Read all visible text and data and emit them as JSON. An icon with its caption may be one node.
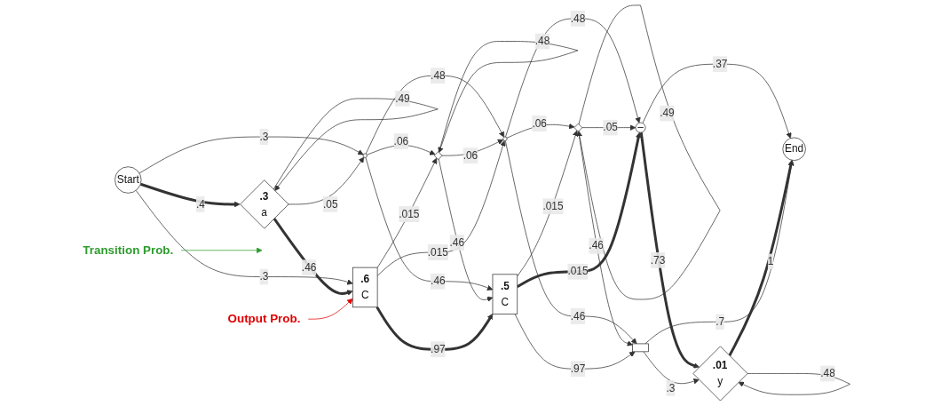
{
  "diagram": {
    "nodes": [
      {
        "text": [
          "Start"
        ]
      },
      {
        "text": [],
        "shape": "circle"
      },
      {
        "text": [],
        "shape": "circle"
      },
      {
        "text": [
          "–"
        ]
      },
      {
        "text": [
          "End"
        ]
      },
      {
        "text": [
          ".3",
          "a"
        ]
      },
      {
        "text": [],
        "shape": "diamond"
      },
      {
        "text": [],
        "shape": "diamond"
      },
      {
        "text": [
          ".01",
          "y"
        ]
      },
      {
        "text": [
          ".6",
          "C"
        ]
      },
      {
        "text": [
          ".5",
          "C"
        ]
      },
      {
        "text": [],
        "shape": "box"
      },
      {
        "text": [
          "Transition Prob."
        ]
      },
      {
        "text": [
          "Output Prob."
        ]
      }
    ],
    "edges": [
      {
        "from": 0,
        "to": 1,
        "arrow": "to",
        "label": ".3"
      },
      {
        "from": 0,
        "to": 5,
        "arrow": "to",
        "label": ".4",
        "style": "thick"
      },
      {
        "from": 0,
        "to": 9,
        "arrow": "to",
        "label": ".3"
      },
      {
        "from": 5,
        "to": 5,
        "arrow": "to",
        "label": ".49"
      },
      {
        "from": 5,
        "to": 1,
        "arrow": "to",
        "label": ".05"
      },
      {
        "from": 5,
        "to": 9,
        "arrow": "to",
        "label": ".46",
        "style": "thick"
      },
      {
        "from": 1,
        "to": 2,
        "arrow": "to",
        "label": ".48"
      },
      {
        "from": 1,
        "to": 6,
        "arrow": "to",
        "label": ".06"
      },
      {
        "from": 1,
        "to": 10,
        "arrow": "to",
        "label": ".46"
      },
      {
        "from": 6,
        "to": 6,
        "arrow": "to",
        "label": ".48"
      },
      {
        "from": 6,
        "to": 2,
        "arrow": "to",
        "label": ".06"
      },
      {
        "from": 6,
        "to": 10,
        "arrow": "to",
        "label": ".46"
      },
      {
        "from": 9,
        "to": 10,
        "arrow": "to",
        "label": ".97",
        "style": "thick"
      },
      {
        "from": 9,
        "to": 6,
        "arrow": "to",
        "label": ".015"
      },
      {
        "from": 9,
        "to": 2,
        "arrow": "to",
        "label": ".015"
      },
      {
        "from": 2,
        "to": 3,
        "arrow": "to",
        "label": ".48"
      },
      {
        "from": 2,
        "to": 7,
        "arrow": "to",
        "label": ".06"
      },
      {
        "from": 2,
        "to": 11,
        "arrow": "to",
        "label": ".46"
      },
      {
        "from": 7,
        "to": 7,
        "arrow": "to",
        "label": ".49"
      },
      {
        "from": 7,
        "to": 3,
        "arrow": "to",
        "label": ".05"
      },
      {
        "from": 7,
        "to": 11,
        "arrow": "to",
        "label": ".46"
      },
      {
        "from": 10,
        "to": 11,
        "arrow": "to",
        "label": ".97"
      },
      {
        "from": 10,
        "to": 7,
        "arrow": "to",
        "label": ".015"
      },
      {
        "from": 10,
        "to": 3,
        "arrow": "to",
        "label": ".015",
        "style": "thick"
      },
      {
        "from": 3,
        "to": 4,
        "arrow": "to",
        "label": ".37"
      },
      {
        "from": 3,
        "to": 8,
        "arrow": "to",
        "label": ".73",
        "style": "thick"
      },
      {
        "from": 8,
        "to": 8,
        "arrow": "to",
        "label": ".48"
      },
      {
        "from": 8,
        "to": 4,
        "arrow": "to",
        "label": "1",
        "style": "thick"
      },
      {
        "from": 11,
        "to": 8,
        "arrow": "to",
        "label": ".3"
      },
      {
        "from": 11,
        "to": 4,
        "arrow": "to",
        "label": ".7"
      },
      {
        "from": 12,
        "to": null,
        "arrow": "to",
        "color": "#2e9b2e"
      },
      {
        "from": 13,
        "to": 9,
        "arrow": "to",
        "color": "#e00000"
      }
    ]
  }
}
